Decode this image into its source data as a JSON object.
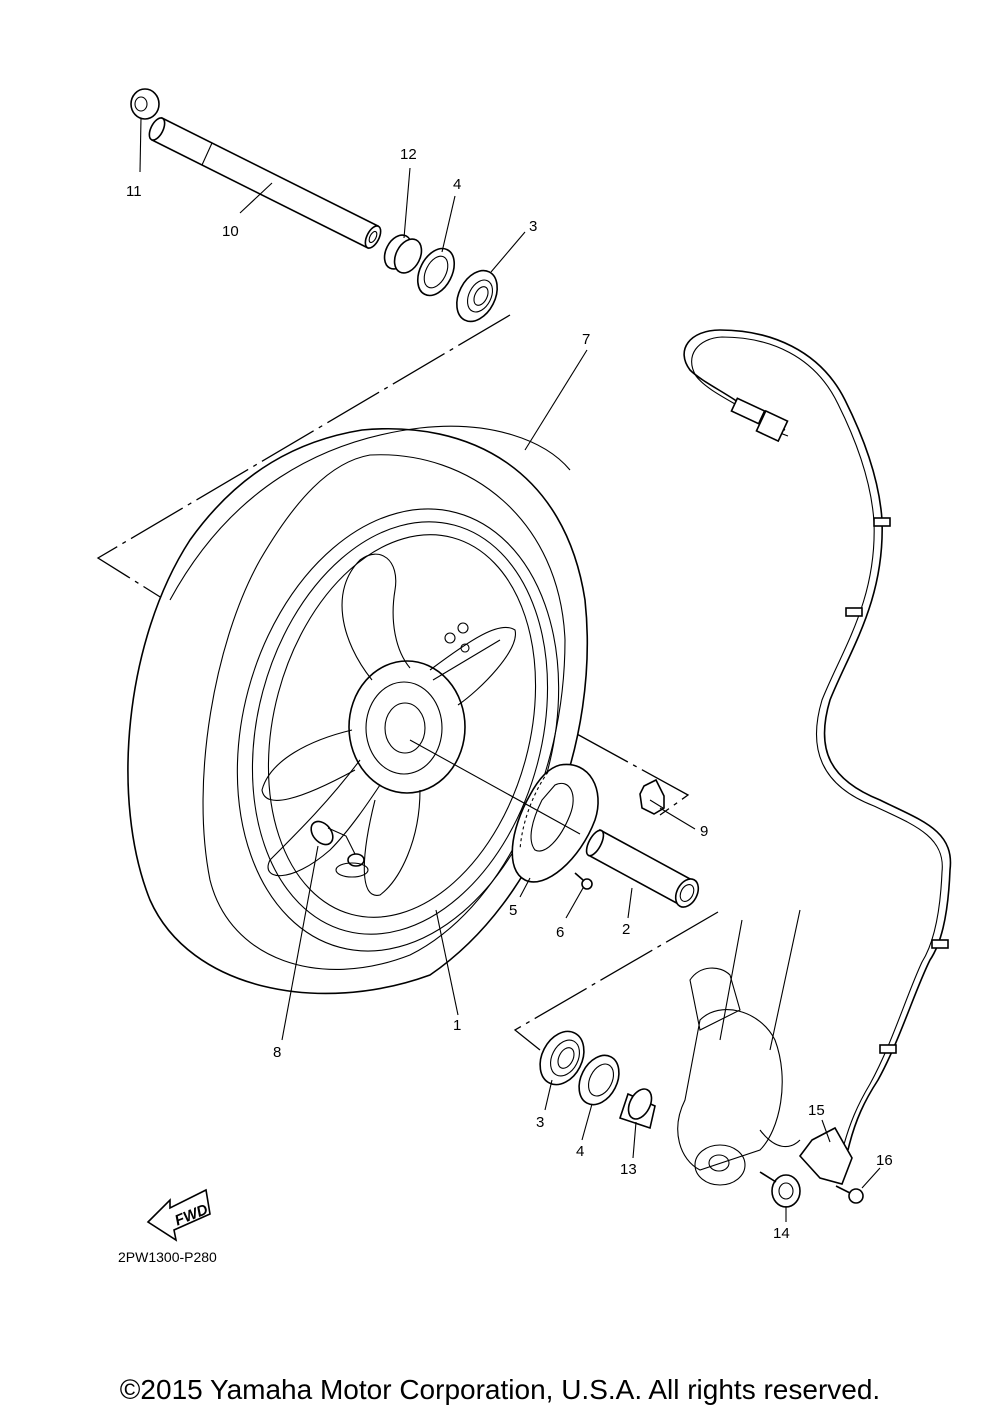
{
  "diagram": {
    "callouts": {
      "c1": "1",
      "c2": "2",
      "c3a": "3",
      "c3b": "3",
      "c4a": "4",
      "c4b": "4",
      "c5": "5",
      "c6": "6",
      "c7": "7",
      "c8": "8",
      "c9": "9",
      "c10": "10",
      "c11": "11",
      "c12": "12",
      "c13": "13",
      "c14": "14",
      "c15": "15",
      "c16": "16"
    },
    "fwd_label": "FWD",
    "drawing_code": "2PW1300-P280"
  },
  "footer": {
    "copyright": "©2015 Yamaha Motor Corporation, U.S.A. All rights reserved."
  }
}
